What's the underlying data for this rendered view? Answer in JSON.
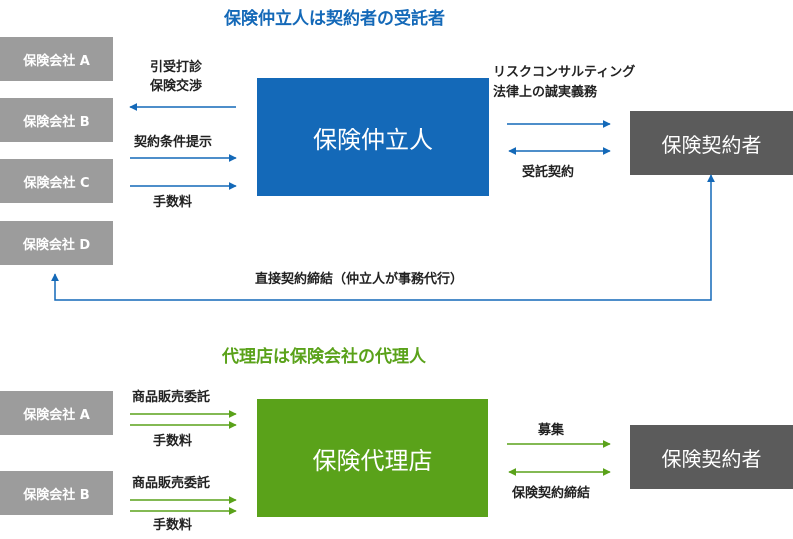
{
  "broker_section": {
    "title": "保険仲立人は契約者の受託者",
    "companies": [
      "保険会社 A",
      "保険会社 B",
      "保険会社 C",
      "保険会社 D"
    ],
    "center": "保険仲立人",
    "policyholder": "保険契約者",
    "left_labels": {
      "top_line1": "引受打診",
      "top_line2": "保険交渉",
      "conditions": "契約条件提示",
      "fee": "手数料"
    },
    "right_labels": {
      "line1": "リスクコンサルティング",
      "line2": "法律上の誠実義務",
      "trust": "受託契約"
    },
    "direct": "直接契約締結（仲立人が事務代行）"
  },
  "agent_section": {
    "title": "代理店は保険会社の代理人",
    "companies": [
      "保険会社 A",
      "保険会社 B"
    ],
    "center": "保険代理店",
    "policyholder": "保険契約者",
    "left_labels": {
      "sales1": "商品販売委託",
      "fee1": "手数料",
      "sales2": "商品販売委託",
      "fee2": "手数料"
    },
    "right_labels": {
      "recruit": "募集",
      "contract": "保険契約締結"
    }
  },
  "colors": {
    "broker_blue": "#1469b8",
    "agent_green": "#5aa21a",
    "company_gray": "#9c9c9c",
    "holder_gray": "#5b5b5b"
  }
}
